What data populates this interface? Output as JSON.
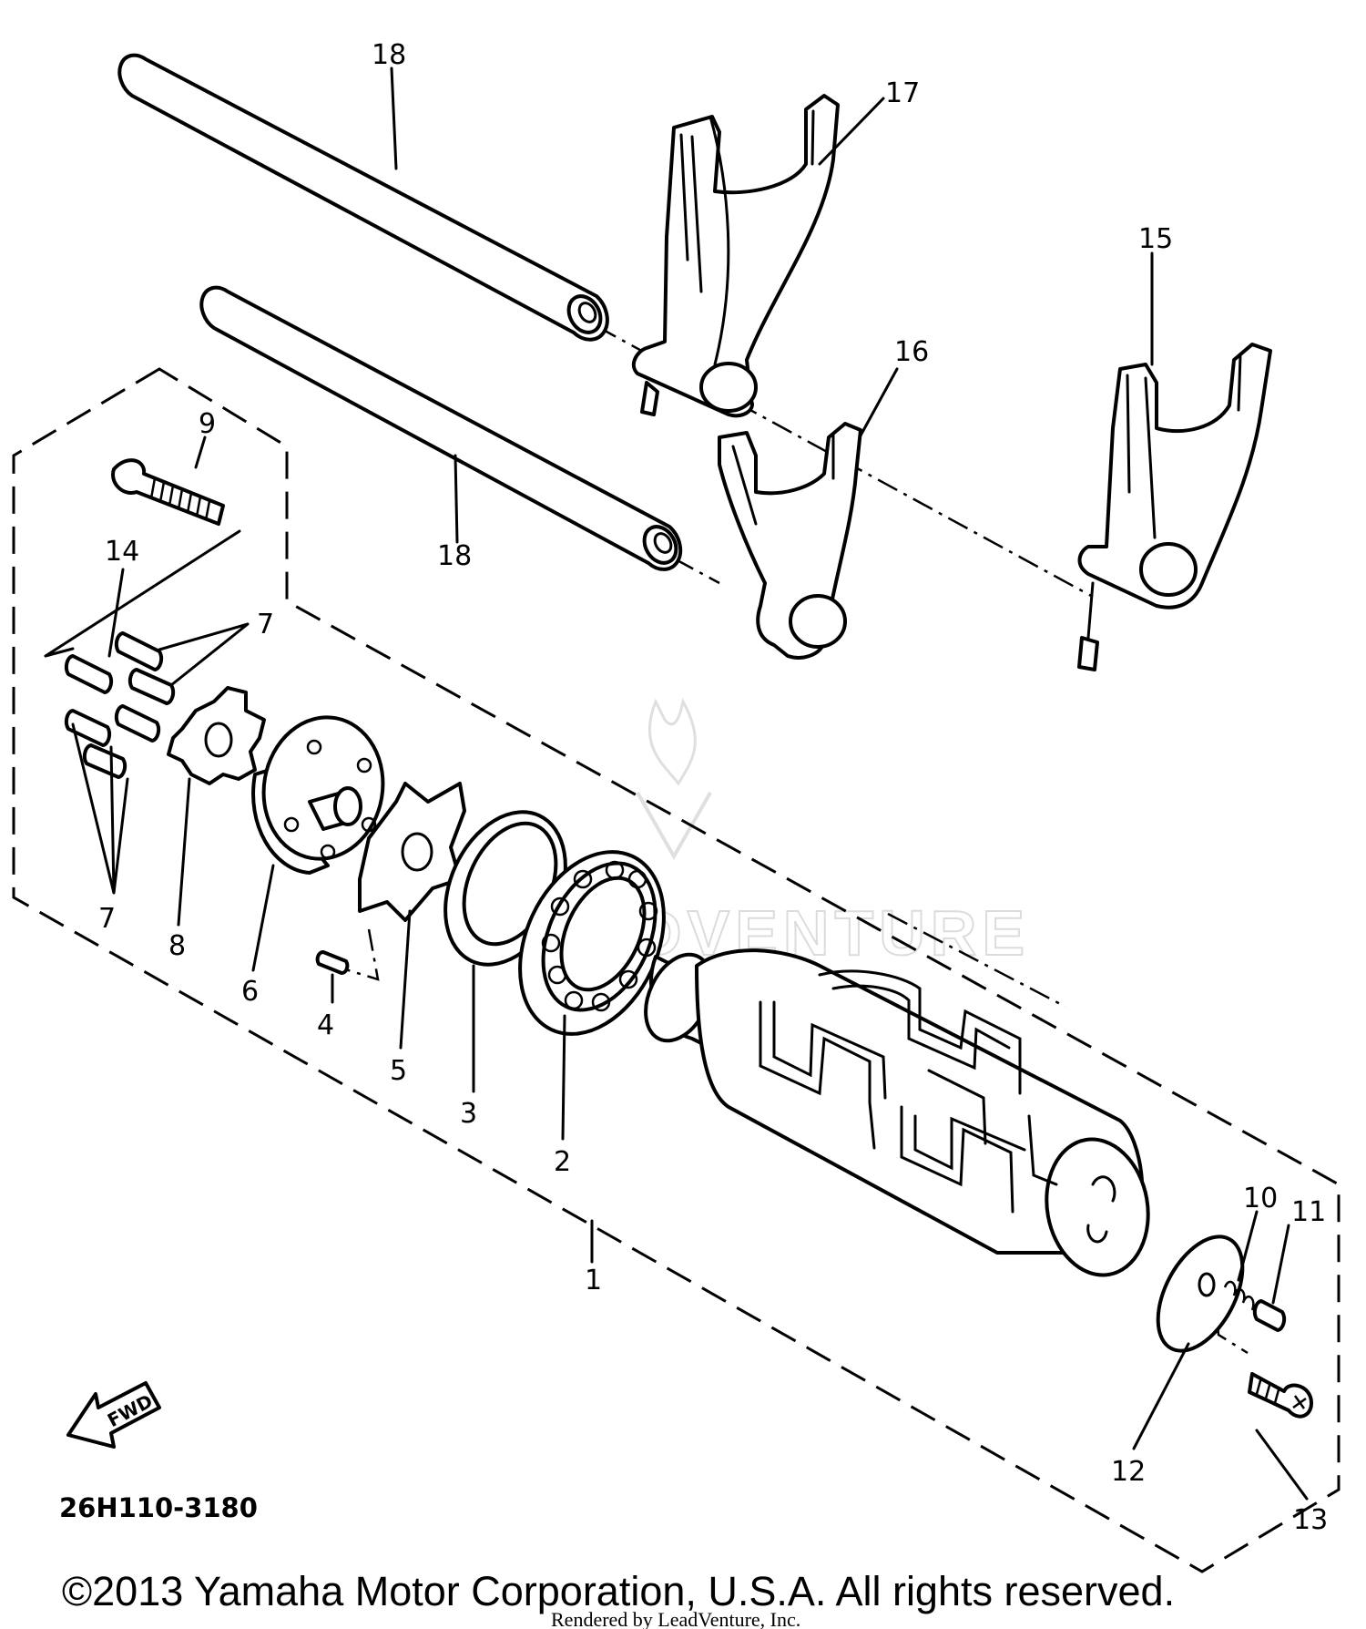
{
  "diagram": {
    "part_labels": {
      "p1": "1",
      "p2": "2",
      "p3": "3",
      "p4": "4",
      "p5": "5",
      "p6": "6",
      "p7a": "7",
      "p7b": "7",
      "p8": "8",
      "p9": "9",
      "p10": "10",
      "p11": "11",
      "p12": "12",
      "p13": "13",
      "p14": "14",
      "p15": "15",
      "p16": "16",
      "p17": "17",
      "p18a": "18",
      "p18b": "18"
    },
    "diagram_code": "26H110-3180",
    "fwd_label": "FWD",
    "watermark": "LEADVENTURE",
    "copyright": "©2013 Yamaha Motor Corporation, U.S.A. All rights reserved.",
    "rendered_by": "Rendered by LeadVenture, Inc."
  }
}
